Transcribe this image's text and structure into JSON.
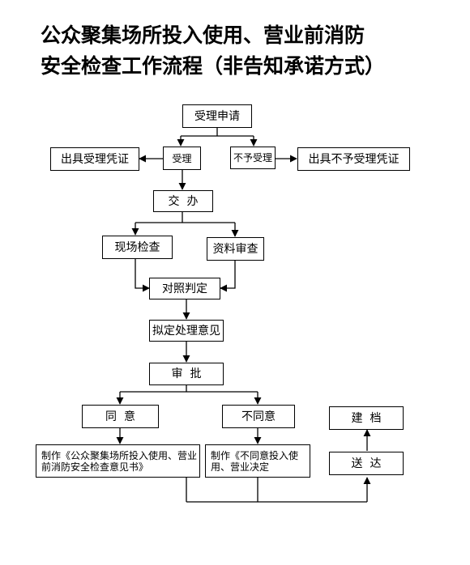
{
  "title": {
    "line1": "公众聚集场所投入使用、营业前消防",
    "line2": "安全检查工作流程（非告知承诺方式）"
  },
  "nodes": {
    "accept_application": "受理申请",
    "accept": "受理",
    "reject": "不予受理",
    "issue_accept_cert": "出具受理凭证",
    "issue_reject_cert": "出具不予受理凭证",
    "assign": "交  办",
    "site_inspection": "现场检查",
    "document_review": "资料审查",
    "compare_judge": "对照判定",
    "draft_opinion": "拟定处理意见",
    "approve": "审  批",
    "agree": "同  意",
    "disagree": "不同意",
    "make_opinion_doc": "制作《公众聚集场所投入使用、营业前消防安全检查意见书》",
    "make_disagree_doc": "制作《不同意投入使用、营业决定",
    "archive": "建  档",
    "deliver": "送  达"
  }
}
